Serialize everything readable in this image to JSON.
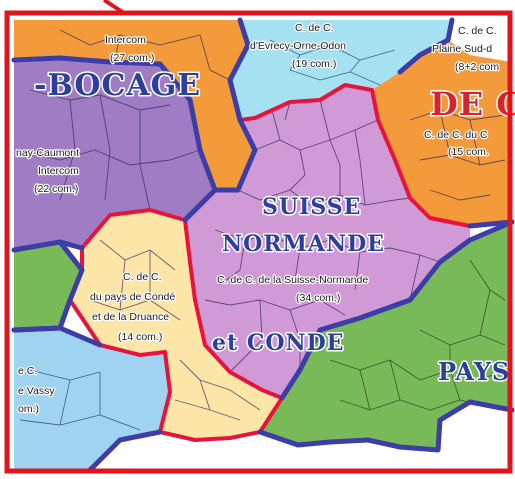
{
  "colors": {
    "frame_red": "#e1141c",
    "boundary_blue": "#3c3da6",
    "boundary_red": "#e8133d",
    "label_blue": "#2b3f9c",
    "label_red": "#d8232a",
    "suisse_normande_fill": "#cf9ad6",
    "pays_de_conde_fill": "#fbe6a8",
    "bocage_fill": "#9f7cc3",
    "orange_fill": "#f39a3a",
    "cyan_fill": "#a6e1f2",
    "light_blue_fill": "#9fd3f0",
    "green_fill": "#79ba58"
  },
  "regions": {
    "bocage": {
      "name": "-BOCAGE"
    },
    "red_banner": {
      "name": "DE C"
    },
    "suisse_normande": {
      "line1": "SUISSE",
      "line2": "NORMANDE"
    },
    "et_conde": {
      "name": "et CONDE"
    },
    "pays": {
      "name": "PAYS"
    }
  },
  "labels": {
    "intercom_top": {
      "line1": "Intercom",
      "line2": "(27 com.)"
    },
    "evrecy": {
      "line1": "C. de C.",
      "line2": "d'Evrecy-Orne-Odon",
      "line3": "(19 com.)"
    },
    "plaine_sud": {
      "line1": "C. de C.",
      "line2": "Plaine Sud-d",
      "line3": "(8+2 com"
    },
    "c_de_c_du": {
      "line1": "C. de C. du C",
      "line2": "(15 com."
    },
    "aunay": {
      "line1": "nay-Caumont",
      "line2": "Intercom",
      "line3": "(22 com.)"
    },
    "pays_conde": {
      "line1": "C. de C.",
      "line2": "du pays de Condé",
      "line3": "et de la Druance",
      "line4": "(14 com.)"
    },
    "suisse_cc": {
      "line1": "C. de C. de la Suisse-Normande",
      "line2": "(34 com.)"
    },
    "vassy": {
      "line1": "e C.",
      "line2": "e Vassy",
      "line3": "om.)"
    }
  }
}
